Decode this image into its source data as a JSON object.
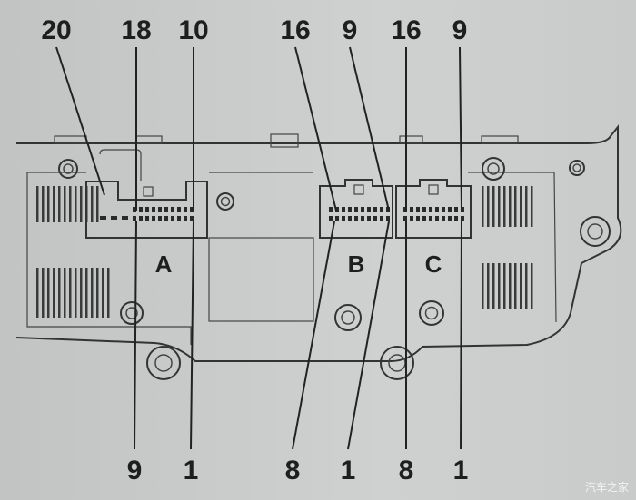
{
  "top_labels": [
    "20",
    "18",
    "10",
    "16",
    "9",
    "16",
    "9"
  ],
  "bottom_labels": [
    "9",
    "1",
    "8",
    "1",
    "8",
    "1"
  ],
  "connectors": [
    "A",
    "B",
    "C"
  ],
  "watermark": "汽车之家"
}
